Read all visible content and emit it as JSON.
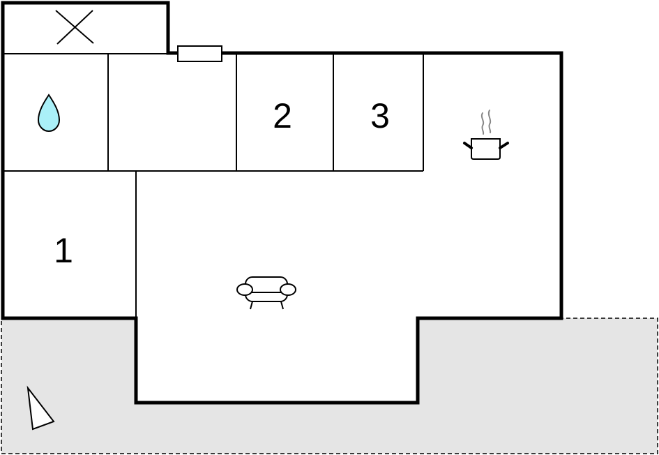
{
  "plan": {
    "rooms": [
      {
        "id": "bedroom-1",
        "label": "1"
      },
      {
        "id": "bedroom-2",
        "label": "2"
      },
      {
        "id": "bedroom-3",
        "label": "3"
      }
    ],
    "icons": [
      "bathroom-drop-icon",
      "kitchen-pot-icon",
      "living-sofa-icon",
      "crossed-room-icon",
      "north-arrow-icon",
      "window-icon"
    ],
    "colors": {
      "wall": "#000000",
      "terrace": "#e5e5e5",
      "water": "#aaf0f8"
    }
  }
}
